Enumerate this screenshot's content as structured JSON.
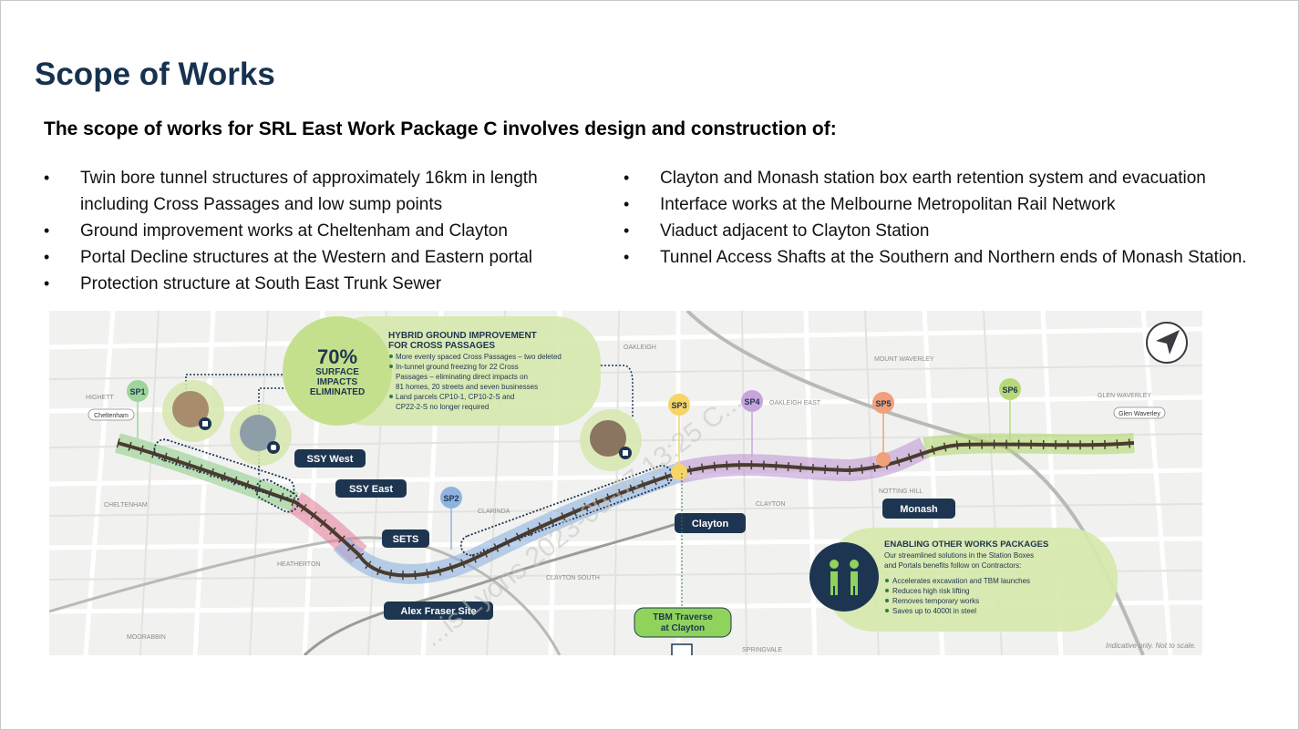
{
  "slide": {
    "title": "Scope of Works",
    "subtitle": "The scope of works for SRL East Work Package C involves design and construction of:"
  },
  "bullets_left": [
    "Twin bore tunnel structures of approximately 16km in length including Cross Passages and low sump points",
    "Ground improvement works at Cheltenham and Clayton",
    "Portal Decline structures at the Western and Eastern portal",
    "Protection structure at South East Trunk Sewer"
  ],
  "bullets_right": [
    "Clayton and Monash station box earth retention system and evacuation",
    "Interface works at the Melbourne Metropolitan Rail Network",
    "Viaduct adjacent to Clayton Station",
    "Tunnel Access Shafts at the Southern and Northern ends of Monash Station."
  ],
  "bullet_glyph": "•",
  "map": {
    "hybrid": {
      "percent": "70%",
      "line1": "SURFACE",
      "line2": "IMPACTS",
      "line3": "ELIMINATED",
      "heading1": "HYBRID GROUND IMPROVEMENT",
      "heading2": "FOR CROSS PASSAGES",
      "items": [
        "More evenly spaced Cross Passages – two deleted",
        "In-tunnel ground freezing for 22 Cross",
        "Passages – eliminating direct impacts on",
        "81 homes, 20 streets and seven businesses",
        "Land parcels CP10-1, CP10-2-S and",
        "CP22-2-S no longer required"
      ]
    },
    "enabling": {
      "heading": "ENABLING OTHER WORKS PACKAGES",
      "intro1": "Our streamlined solutions in the Station Boxes",
      "intro2": "and Portals benefits follow on Contractors:",
      "items": [
        "Accelerates excavation and TBM launches",
        "Reduces high risk lifting",
        "Removes temporary works",
        "Saves up to 4000t in steel"
      ]
    },
    "pins": [
      "SP1",
      "SP2",
      "SP3",
      "SP4",
      "SP5",
      "SP6"
    ],
    "labels": {
      "ssy_west": "SSY West",
      "ssy_east": "SSY East",
      "sets": "SETS",
      "alex_fraser": "Alex Fraser Site",
      "clayton": "Clayton",
      "monash": "Monash",
      "tbm1": "TBM Traverse",
      "tbm2": "at Clayton",
      "cheltenham_tag": "Cheltenham",
      "glen_waverley_tag": "Glen Waverley"
    },
    "suburbs": [
      "HIGHETT",
      "CHELTENHAM",
      "HEATHERTON",
      "CLARINDA",
      "CLAYTON",
      "CLAYTON SOUTH",
      "OAKLEIGH",
      "OAKLEIGH EAST",
      "MOUNT WAVERLEY",
      "GLEN WAVERLEY",
      "NOTTING HILL",
      "SPRINGVALE",
      "MOORABBIN"
    ],
    "watermark": "...is Lyons 2023-09-07 13:25 C...",
    "disclaimer": "Indicative only. Not to scale.",
    "colors": {
      "navy": "#1d3550",
      "green_bubble": "#d6e8ad",
      "green_dark": "#2e7d3e",
      "tunnel_dark": "#4a3b2f",
      "pink_zone": "#e57a97",
      "blue_zone": "#8fb3e0",
      "purple_zone": "#b98fd0",
      "orange_pin": "#f0a07a",
      "yellow_pin": "#f6d466",
      "lime_label": "#8fd35c"
    }
  }
}
